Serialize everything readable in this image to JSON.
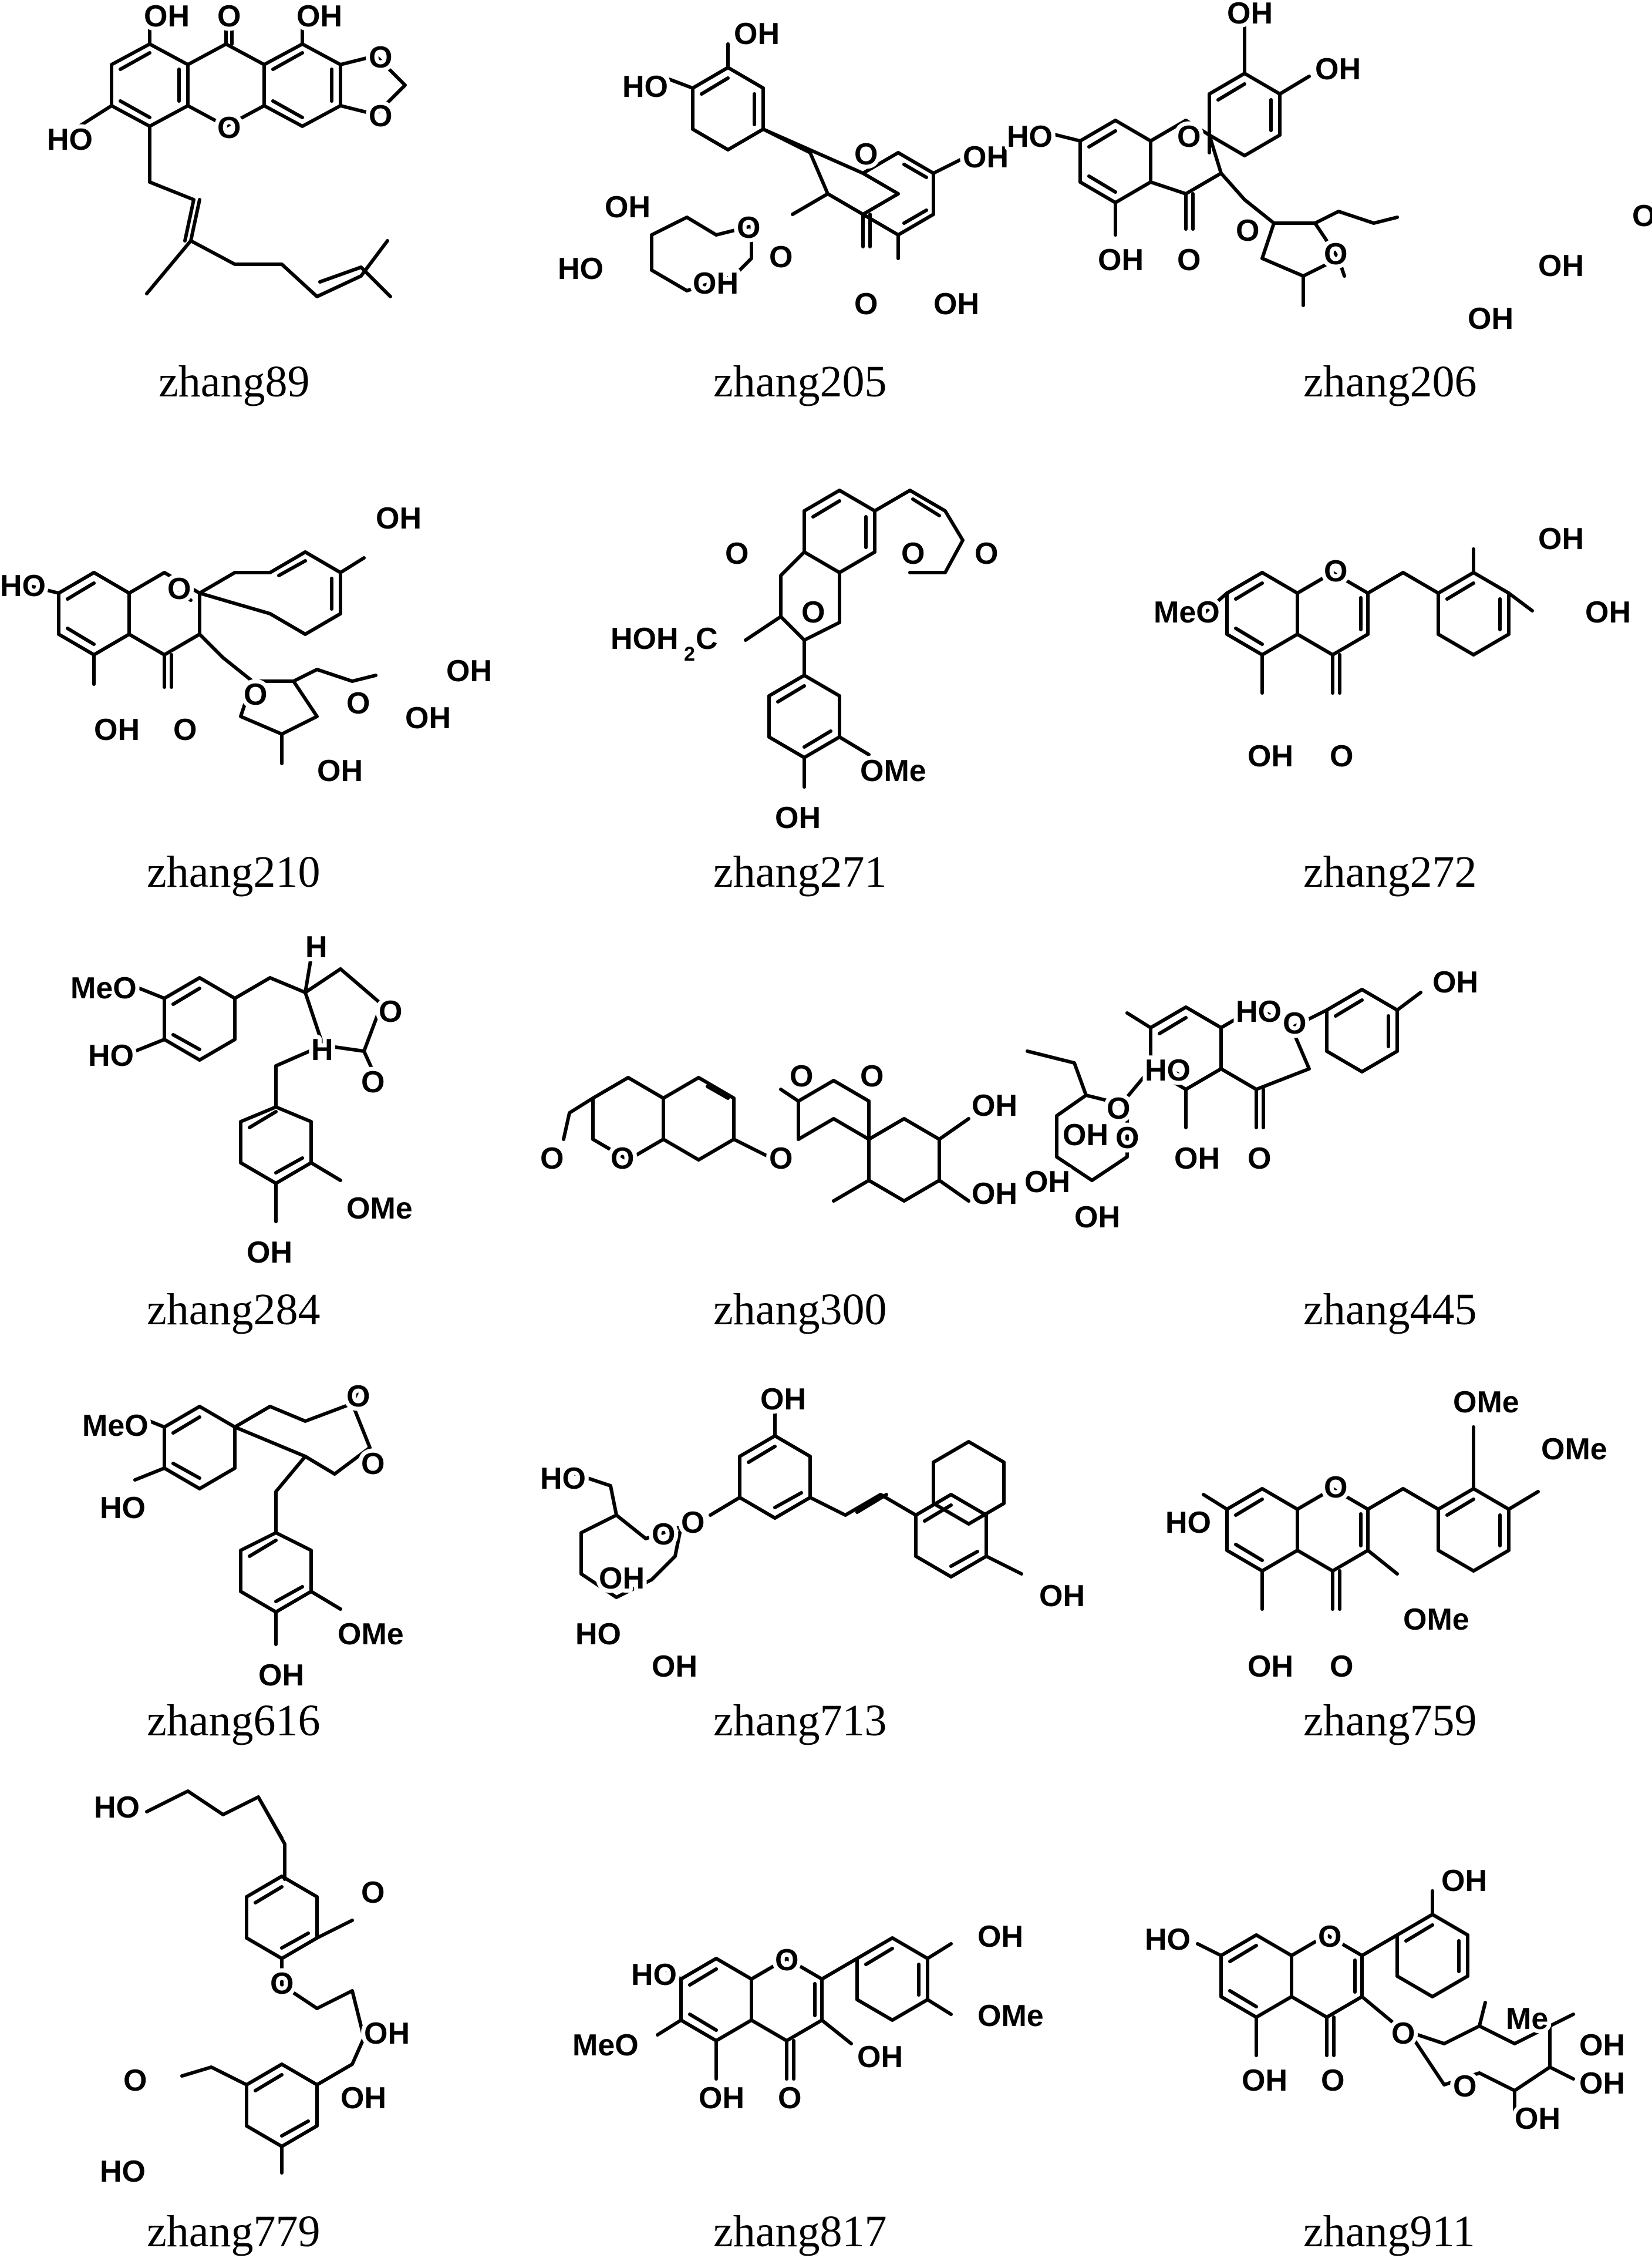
{
  "figure": {
    "compounds": [
      {
        "id": "zhang89",
        "labels": {
          "o_top": "O",
          "oh_left_top": "OH",
          "oh_right_top": "OH",
          "oh_side": "HO",
          "o_ring": "O",
          "o_diox1": "O",
          "o_diox2": "O"
        }
      },
      {
        "id": "zhang205",
        "labels": {
          "ho_top": "OH",
          "ho_left": "HO",
          "o_ring": "O",
          "oh_right": "OH",
          "oh_bottom": "OH",
          "o_keto": "O",
          "o_link": "O",
          "o_sugar": "O",
          "oh_s1": "OH",
          "oh_s2": "HO",
          "oh_s3": "OH"
        }
      },
      {
        "id": "zhang206",
        "labels": {
          "oh_top1": "OH",
          "oh_top2": "OH",
          "ho_left": "HO",
          "o_ring": "O",
          "oh_bottom": "OH",
          "o_keto": "O",
          "o_link": "O",
          "o_sugar": "O",
          "oh_s1": "OH",
          "oh_s2": "OH",
          "oh_s3": "OH"
        }
      },
      {
        "id": "zhang210",
        "labels": {
          "oh_top": "OH",
          "ho_left": "HO",
          "o_ring": "O",
          "oh_bottom": "OH",
          "o_keto": "O",
          "o_link": "O",
          "o_sugar": "O",
          "oh_s1": "OH",
          "oh_s2": "OH",
          "oh_s3": "OH"
        }
      },
      {
        "id": "zhang271",
        "labels": {
          "o_ring": "O",
          "o_keto": "O",
          "o_d1": "O",
          "o_d2": "O",
          "hoh2c": "HOH",
          "sub2": "2",
          "c": "C",
          "ome": "OMe",
          "oh": "OH"
        }
      },
      {
        "id": "zhang272",
        "labels": {
          "oh_top1": "OH",
          "oh_top2": "OH",
          "meo": "MeO",
          "o_ring": "O",
          "oh_bottom": "OH",
          "o_keto": "O"
        }
      },
      {
        "id": "zhang284",
        "labels": {
          "meo": "MeO",
          "ho": "HO",
          "h_top": "H",
          "h_bottom": "H",
          "o_ring": "O",
          "o_keto": "O",
          "oh": "OH",
          "ome": "OMe"
        }
      },
      {
        "id": "zhang300",
        "labels": {
          "o_keto1": "O",
          "o_ring1": "O",
          "o_link": "O",
          "o_keto2": "O",
          "o_ring2": "O",
          "oh1": "OH",
          "oh2": "OH"
        }
      },
      {
        "id": "zhang445",
        "labels": {
          "oh_top": "OH",
          "ho_left": "HO",
          "o_ring": "O",
          "oh_mid": "OH",
          "o_keto": "O",
          "ho_sugar": "HO",
          "o_link": "O",
          "o_sugar": "O",
          "oh_s1": "OH",
          "oh_s2": "OH",
          "oh_s3": "OH"
        }
      },
      {
        "id": "zhang616",
        "labels": {
          "meo": "MeO",
          "ho": "HO",
          "o_keto": "O",
          "o_ring": "O",
          "oh": "OH",
          "ome": "OMe"
        }
      },
      {
        "id": "zhang713",
        "labels": {
          "oh_top": "OH",
          "ho_sugar": "HO",
          "o_sugar": "O",
          "o_link": "O",
          "oh_right": "OH",
          "oh_s1": "OH",
          "oh_s2": "HO",
          "oh_s3": "OH"
        }
      },
      {
        "id": "zhang759",
        "labels": {
          "ome_top1": "OMe",
          "ome_top2": "OMe",
          "ho": "HO",
          "o_ring": "O",
          "oh": "OH",
          "o_keto": "O",
          "ome3": "OMe"
        }
      },
      {
        "id": "zhang779",
        "labels": {
          "ho_top": "HO",
          "o_me1": "O",
          "o_link": "O",
          "oh_chain": "OH",
          "oh_mid": "OH",
          "o_me2": "O",
          "ho_bottom": "HO"
        }
      },
      {
        "id": "zhang817",
        "labels": {
          "oh_top": "OH",
          "ome_top": "OMe",
          "ho": "HO",
          "meo": "MeO",
          "o_ring": "O",
          "oh3": "OH",
          "oh5": "OH",
          "o_keto": "O"
        }
      },
      {
        "id": "zhang911",
        "labels": {
          "oh_top": "OH",
          "ho": "HO",
          "o_ring": "O",
          "oh_bottom": "OH",
          "o_keto": "O",
          "o_link": "O",
          "me": "Me",
          "o_sugar": "O",
          "oh_s1": "OH",
          "oh_s2": "OH",
          "oh_s3": "OH"
        }
      }
    ]
  }
}
